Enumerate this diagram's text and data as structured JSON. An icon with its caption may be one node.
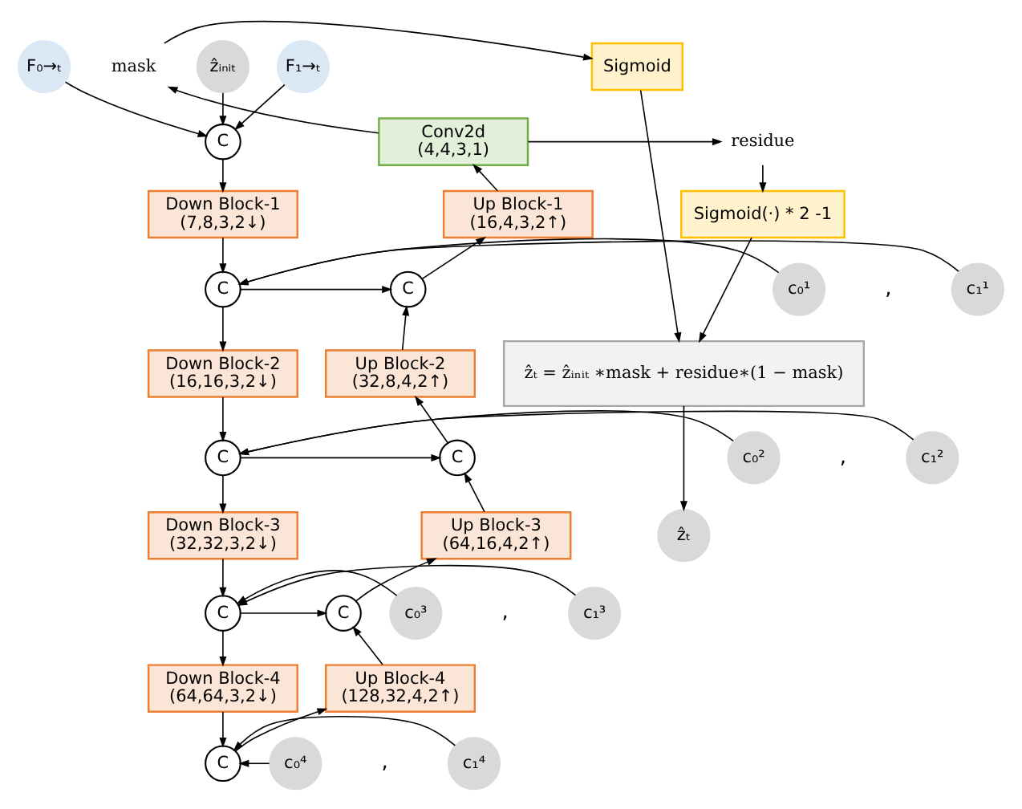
{
  "diagram": {
    "nodes": [
      {
        "text": [
          "F₀→ₜ"
        ]
      },
      {
        "text": [
          "ẑᵢₙᵢₜ"
        ]
      },
      {
        "text": [
          "F₁→ₜ"
        ]
      },
      {
        "text": [
          "C"
        ]
      },
      {
        "text": [
          "Conv2d",
          "(4,4,3,1)"
        ]
      },
      {
        "text": [
          "mask"
        ]
      },
      {
        "text": [
          "Sigmoid"
        ]
      },
      {
        "text": [
          "Down Block-1",
          "(7,8,3,2↓)"
        ]
      },
      {
        "text": [
          "Up Block-1",
          "(16,4,3,2↑)"
        ]
      },
      {
        "text": [
          "residue"
        ]
      },
      {
        "text": [
          "Sigmoid(·) * 2 -1"
        ]
      },
      {
        "text": [
          "c₀¹"
        ]
      },
      {
        "text": [
          "c₁¹"
        ]
      },
      {
        "text": [
          "C"
        ]
      },
      {
        "text": [
          "C"
        ]
      },
      {
        "text": [
          "Down Block-2",
          "(16,16,3,2↓)"
        ]
      },
      {
        "text": [
          "Up Block-2",
          "(32,8,4,2↑)"
        ]
      },
      {
        "text": [
          "ẑₜ = ẑᵢₙᵢₜ ∗mask + residue∗(1 − mask)"
        ]
      },
      {
        "text": [
          "c₀²"
        ]
      },
      {
        "text": [
          "c₁²"
        ]
      },
      {
        "text": [
          "C"
        ]
      },
      {
        "text": [
          "C"
        ]
      },
      {
        "text": [
          "ẑₜ"
        ]
      },
      {
        "text": [
          "Down Block-3",
          "(32,32,3,2↓)"
        ]
      },
      {
        "text": [
          "Up Block-3",
          "(64,16,4,2↑)"
        ]
      },
      {
        "text": [
          "c₀³"
        ]
      },
      {
        "text": [
          "c₁³"
        ]
      },
      {
        "text": [
          "C"
        ]
      },
      {
        "text": [
          "C"
        ]
      },
      {
        "text": [
          "Down Block-4",
          "(64,64,3,2↓)"
        ]
      },
      {
        "text": [
          "Up Block-4",
          "(128,32,4,2↑)"
        ]
      },
      {
        "text": [
          "c₀⁴"
        ]
      },
      {
        "text": [
          "c₁⁴"
        ]
      },
      {
        "text": [
          "C"
        ]
      }
    ],
    "edges": [
      {
        "from": 0,
        "to": 3,
        "arrow": "to"
      },
      {
        "from": 1,
        "to": 3,
        "arrow": "to"
      },
      {
        "from": 2,
        "to": 3,
        "arrow": "to"
      },
      {
        "from": 3,
        "to": 7,
        "arrow": "to"
      },
      {
        "from": 7,
        "to": 13,
        "arrow": "to"
      },
      {
        "from": 11,
        "to": 13,
        "arrow": "to"
      },
      {
        "from": 12,
        "to": 13,
        "arrow": "to"
      },
      {
        "from": 13,
        "to": 14,
        "arrow": "to"
      },
      {
        "from": 13,
        "to": 15,
        "arrow": "to"
      },
      {
        "from": 14,
        "to": 8,
        "arrow": "to"
      },
      {
        "from": 8,
        "to": 4,
        "arrow": "to"
      },
      {
        "from": 4,
        "to": 5,
        "arrow": "to"
      },
      {
        "from": 4,
        "to": 9,
        "arrow": "to"
      },
      {
        "from": 5,
        "to": 6,
        "arrow": "to"
      },
      {
        "from": 9,
        "to": 10,
        "arrow": "to"
      },
      {
        "from": 10,
        "to": 17,
        "arrow": "to"
      },
      {
        "from": 6,
        "to": 17,
        "arrow": "to"
      },
      {
        "from": 17,
        "to": 22,
        "arrow": "to"
      },
      {
        "from": 15,
        "to": 20,
        "arrow": "to"
      },
      {
        "from": 18,
        "to": 20,
        "arrow": "to"
      },
      {
        "from": 19,
        "to": 20,
        "arrow": "to"
      },
      {
        "from": 20,
        "to": 21,
        "arrow": "to"
      },
      {
        "from": 20,
        "to": 23,
        "arrow": "to"
      },
      {
        "from": 21,
        "to": 16,
        "arrow": "to"
      },
      {
        "from": 16,
        "to": 14,
        "arrow": "to"
      },
      {
        "from": 23,
        "to": 27,
        "arrow": "to"
      },
      {
        "from": 25,
        "to": 27,
        "arrow": "to"
      },
      {
        "from": 26,
        "to": 27,
        "arrow": "to"
      },
      {
        "from": 27,
        "to": 28,
        "arrow": "to"
      },
      {
        "from": 27,
        "to": 29,
        "arrow": "to"
      },
      {
        "from": 28,
        "to": 24,
        "arrow": "to"
      },
      {
        "from": 24,
        "to": 21,
        "arrow": "to"
      },
      {
        "from": 29,
        "to": 33,
        "arrow": "to"
      },
      {
        "from": 31,
        "to": 33,
        "arrow": "to"
      },
      {
        "from": 32,
        "to": 33,
        "arrow": "to"
      },
      {
        "from": 33,
        "to": 30,
        "arrow": "to"
      },
      {
        "from": 30,
        "to": 28,
        "arrow": "to"
      }
    ],
    "labels": [
      ",",
      ",",
      ",",
      ","
    ]
  }
}
